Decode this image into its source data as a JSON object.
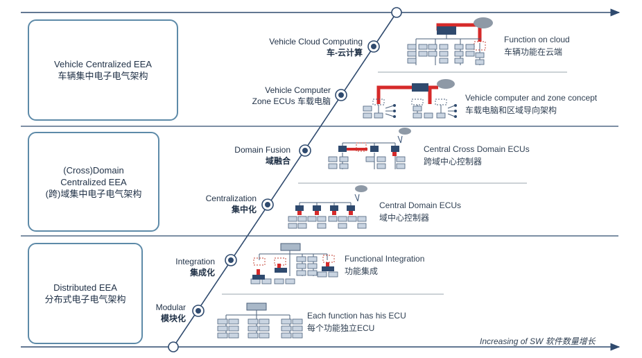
{
  "tiers": [
    {
      "id": "vehicle-centralized",
      "lines": [
        "Vehicle Centralized EEA",
        "车辆集中电子电气架构"
      ]
    },
    {
      "id": "cross-domain",
      "lines": [
        "(Cross)Domain",
        "Centralized EEA",
        "(跨)域集中电子电气架构"
      ]
    },
    {
      "id": "distributed",
      "lines": [
        "Distributed EEA",
        "分布式电子电气架构"
      ]
    }
  ],
  "stages": [
    {
      "id": "cloud",
      "en": "Vehicle Cloud Computing",
      "cn": "车-云计算"
    },
    {
      "id": "zone",
      "en": "Vehicle Computer",
      "cn": "Zone ECUs 车载电脑"
    },
    {
      "id": "fusion",
      "en": "Domain Fusion",
      "cn": "域融合"
    },
    {
      "id": "central",
      "en": "Centralization",
      "cn": "集中化"
    },
    {
      "id": "integration",
      "en": "Integration",
      "cn": "集成化"
    },
    {
      "id": "modular",
      "en": "Modular",
      "cn": "模块化"
    }
  ],
  "descriptions": [
    {
      "id": "cloud",
      "en": "Function on cloud",
      "cn": "车辆功能在云端"
    },
    {
      "id": "zone",
      "en": "Vehicle computer and zone concept",
      "cn": "车载电脑和区域导向架构"
    },
    {
      "id": "fusion",
      "en": "Central Cross Domain ECUs",
      "cn": "跨域中心控制器"
    },
    {
      "id": "central",
      "en": "Central Domain ECUs",
      "cn": "域中心控制器"
    },
    {
      "id": "integration",
      "en": "Functional Integration",
      "cn": "功能集成"
    },
    {
      "id": "modular",
      "en": "Each function has his ECU",
      "cn": "每个功能独立ECU"
    }
  ],
  "axis_label": "Increasing of SW 软件数量增长",
  "colors": {
    "box_border": "#5d8aa8",
    "node_dark": "#2f4a6e",
    "node_light": "#c9d4e1",
    "node_gray": "#a9b8c8",
    "bus_red": "#d62a2a",
    "axis": "#2f4a6e",
    "cloud": "#8e99a6",
    "divider": "#9aa4ae",
    "text": "#1e2f45"
  }
}
